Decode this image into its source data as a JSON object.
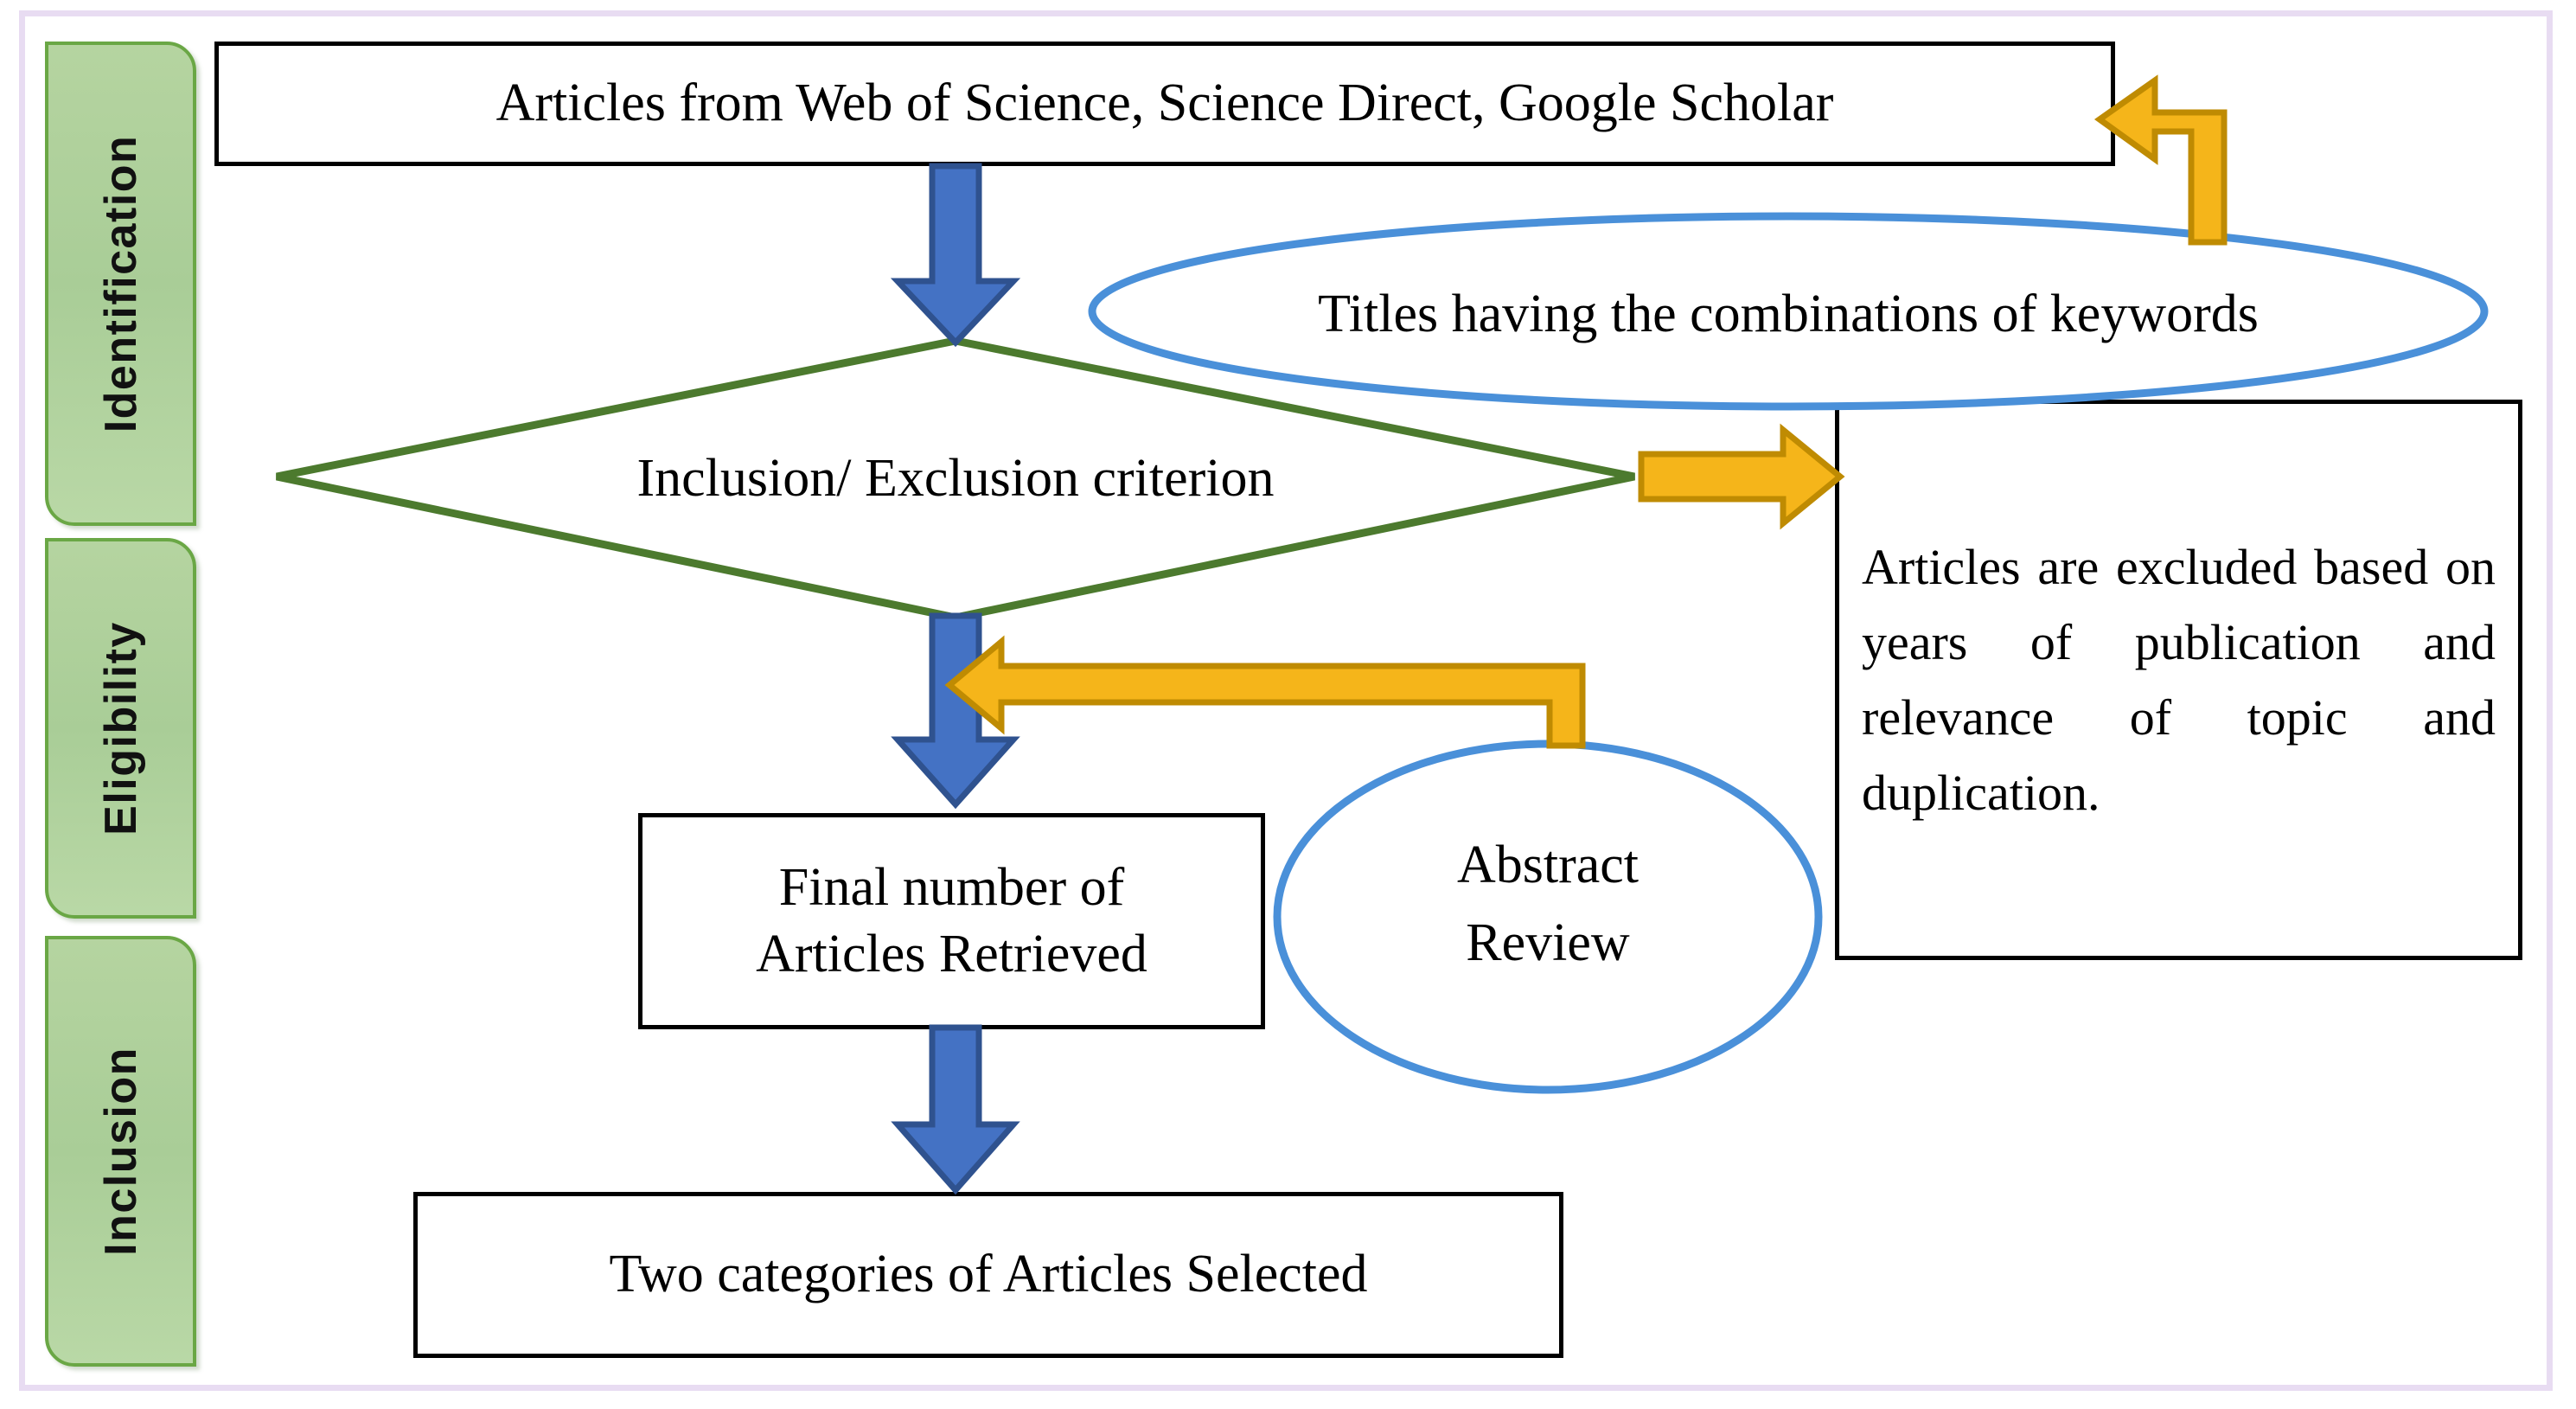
{
  "figure": {
    "type": "flowchart",
    "title": "Article identification, eligibility and inclusion flow",
    "frame_color": "#e8dcf2",
    "palette": {
      "phase_fill": "#b0d29c",
      "phase_border": "#6aa745",
      "box_border": "#000000",
      "diamond_border": "#4c7a2e",
      "ellipse_border": "#4a90d9",
      "blue_arrow": "#4472c4",
      "blue_arrow_border": "#2f528f",
      "yellow_arrow": "#f5b51a",
      "yellow_arrow_border": "#bf8b02"
    }
  },
  "phases": [
    {
      "id": "identification",
      "label": "Identification"
    },
    {
      "id": "eligibility",
      "label": "Eligibility"
    },
    {
      "id": "inclusion",
      "label": "Inclusion"
    }
  ],
  "nodes": [
    {
      "id": "sources",
      "shape": "rectangle",
      "text": "Articles from Web of Science, Science Direct, Google Scholar"
    },
    {
      "id": "keywords",
      "shape": "ellipse",
      "text": "Titles having the combinations of keywords"
    },
    {
      "id": "criterion",
      "shape": "diamond",
      "text": "Inclusion/ Exclusion criterion"
    },
    {
      "id": "excluded",
      "shape": "rectangle",
      "text": "Articles are excluded based on years of publication and relevance of topic and duplication."
    },
    {
      "id": "final-number",
      "shape": "rectangle",
      "line1": "Final number of",
      "line2": "Articles Retrieved"
    },
    {
      "id": "abstract-review",
      "shape": "ellipse",
      "line1": "Abstract",
      "line2": "Review"
    },
    {
      "id": "two-categories",
      "shape": "rectangle",
      "text": "Two categories of Articles Selected"
    }
  ],
  "connectors": [
    {
      "id": "sources-to-criterion",
      "from": "sources",
      "to": "criterion",
      "color": "#4472c4",
      "style": "straight-down"
    },
    {
      "id": "keywords-to-sources",
      "from": "keywords",
      "to": "sources",
      "color": "#f5b51a",
      "style": "elbow-up-left"
    },
    {
      "id": "criterion-to-excluded",
      "from": "criterion",
      "to": "excluded",
      "color": "#f5b51a",
      "style": "straight-right"
    },
    {
      "id": "criterion-to-final",
      "from": "criterion",
      "to": "final-number",
      "color": "#4472c4",
      "style": "straight-down"
    },
    {
      "id": "abstract-review-to-flow",
      "from": "abstract-review",
      "to": "criterion-to-final",
      "color": "#f5b51a",
      "style": "elbow-up-left"
    },
    {
      "id": "final-to-two-categories",
      "from": "final-number",
      "to": "two-categories",
      "color": "#4472c4",
      "style": "straight-down"
    }
  ]
}
